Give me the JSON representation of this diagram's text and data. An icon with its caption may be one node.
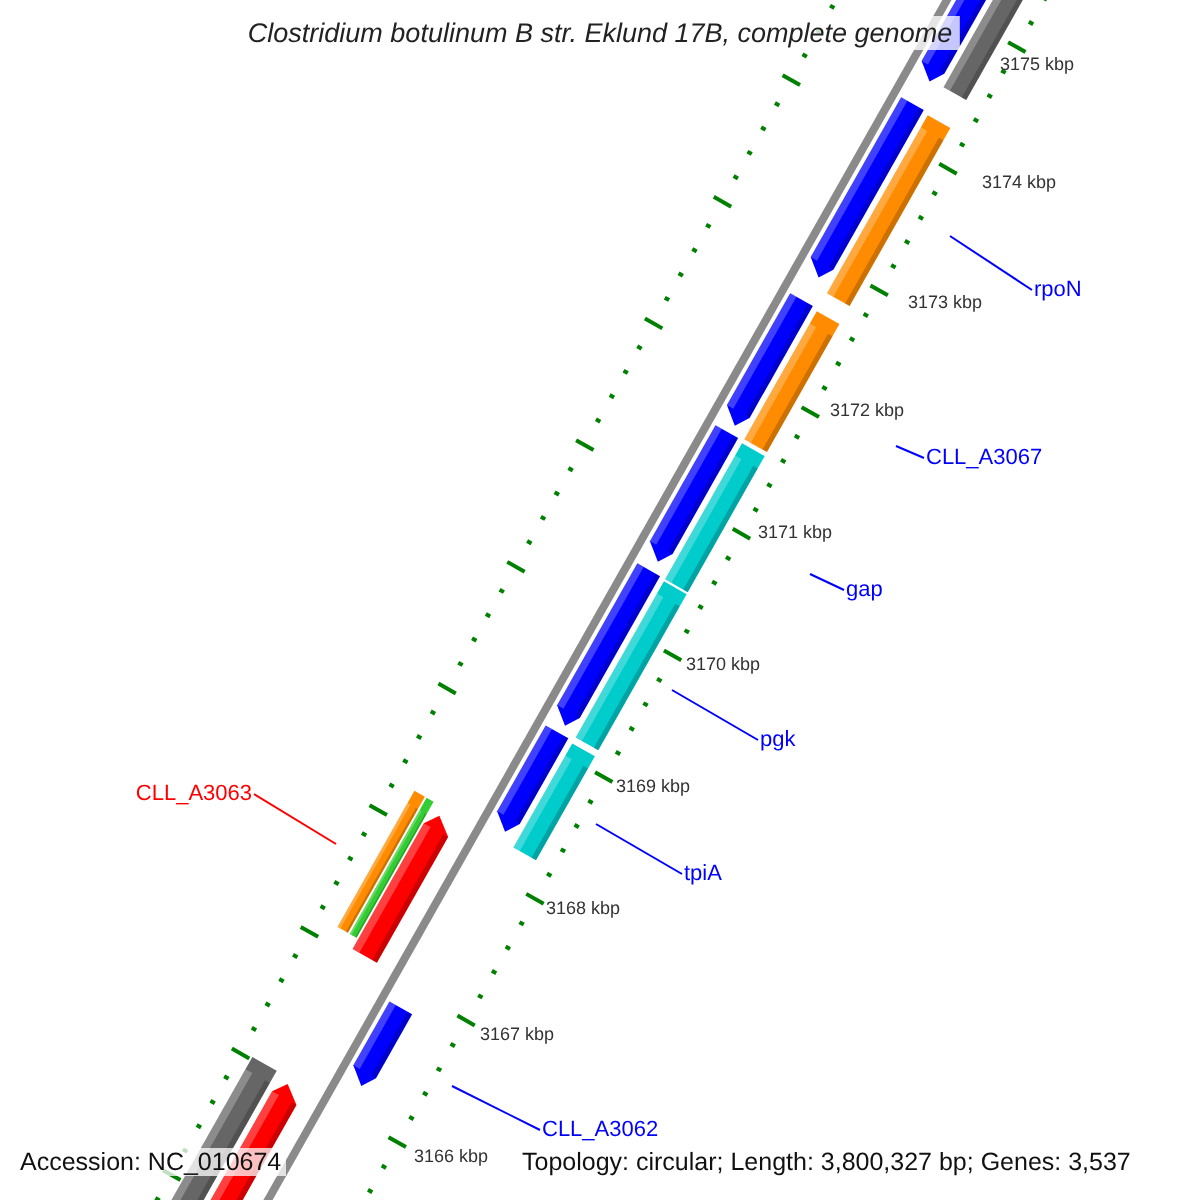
{
  "diagram": {
    "title": "Clostridium botulinum B str. Eklund 17B, complete genome",
    "nodes": [
      {
        "text": [
          "rpoN"
        ]
      },
      {
        "text": [
          "CLL_A3067"
        ]
      },
      {
        "text": [
          "gap"
        ]
      },
      {
        "text": [
          "pgk"
        ]
      },
      {
        "text": [
          "CLL_A3063"
        ]
      },
      {
        "text": [
          "tpiA"
        ]
      },
      {
        "text": [
          "CLL_A3062"
        ]
      }
    ],
    "edges": [
      {
        "from": 0,
        "to": null,
        "arrow": "none"
      },
      {
        "from": 1,
        "to": null,
        "arrow": "none"
      },
      {
        "from": 2,
        "to": null,
        "arrow": "none"
      },
      {
        "from": 3,
        "to": null,
        "arrow": "none"
      },
      {
        "from": 4,
        "to": null,
        "arrow": "none",
        "color": "#ff0000"
      },
      {
        "from": 5,
        "to": null,
        "arrow": "none"
      },
      {
        "from": 6,
        "to": null,
        "arrow": "none"
      }
    ],
    "labels": [
      "3175 kbp",
      "3174 kbp",
      "3173 kbp",
      "3172 kbp",
      "3171 kbp",
      "3170 kbp",
      "3169 kbp",
      "3168 kbp",
      "3167 kbp",
      "3166 kbp",
      "Accession: NC_010674",
      "Topology: circular; Length: 3,800,327 bp; Genes: 3,537"
    ]
  }
}
